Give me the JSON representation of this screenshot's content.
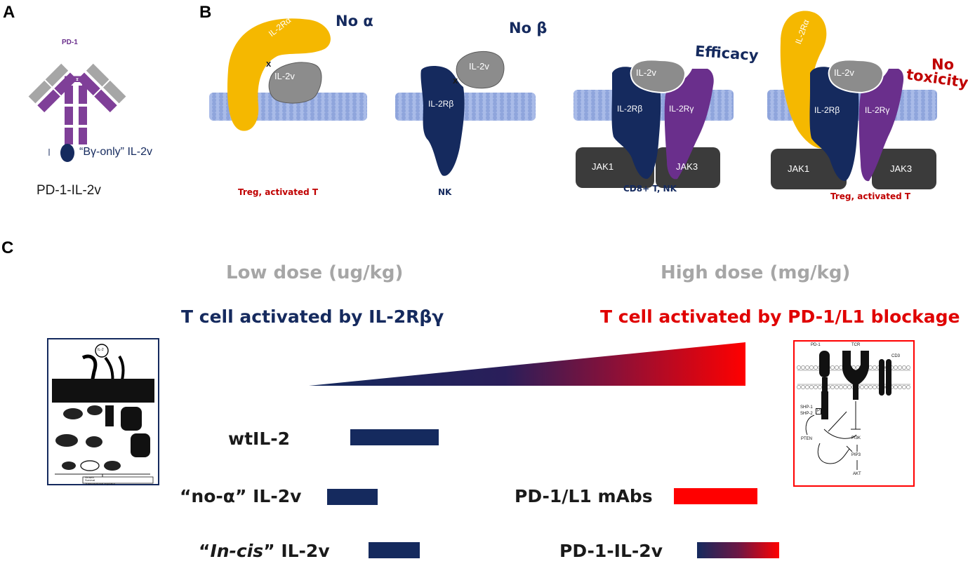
{
  "panels": {
    "a_letter": "A",
    "b_letter": "B",
    "c_letter": "C"
  },
  "panel_a": {
    "pd1_label": "PD-1",
    "il2v_label": "“Bγ-only” IL-2v",
    "construct_name": "PD-1-IL-2v"
  },
  "panel_b": {
    "cell1": {
      "title": "No α",
      "receptor": "IL-2Rα",
      "ligand": "IL-2v",
      "cross": "x",
      "caption": "Treg, activated T"
    },
    "cell2": {
      "title": "No β",
      "receptor": "IL-2Rβ",
      "ligand": "IL-2v",
      "cross": "x",
      "caption": "NK"
    },
    "cell3": {
      "title": "Efficacy",
      "beta": "IL-2Rβ",
      "gamma": "IL-2Rγ",
      "ligand": "IL-2v",
      "jak1": "JAK1",
      "jak3": "JAK3",
      "caption": "CD8+ T, NK"
    },
    "cell4": {
      "title_line1": "No",
      "title_line2": "toxicity",
      "alpha": "IL-2Rα",
      "beta": "IL-2Rβ",
      "gamma": "IL-2Rγ",
      "ligand": "IL-2v",
      "jak1": "JAK1",
      "jak3": "JAK3",
      "caption": "Treg, activated T"
    }
  },
  "panel_c": {
    "low_dose": "Low dose (ug/kg)",
    "high_dose": "High dose (mg/kg)",
    "low_activation": "T cell activated by IL-2Rβγ",
    "high_activation": "T cell activated by PD-1/L1 blockage",
    "drugs": {
      "wtil2": "wtIL-2",
      "no_alpha_prefix": "“no-α” IL-2v",
      "incis_open": "“",
      "incis_word": "In-cis",
      "incis_close": "” IL-2v",
      "pd1_mabs": "PD-1/L1 mAbs",
      "pd1_il2v": "PD-1-IL-2v"
    },
    "right_inset": {
      "pd1": "PD-1",
      "tcr": "TCR",
      "cd3": "CD3",
      "shp1": "SHP-1",
      "shp2": "SHP-2",
      "p": "P",
      "pten": "PTEN",
      "pi3k": "PI3K",
      "pip3": "PIP3",
      "akt": "AKT"
    },
    "left_inset": {
      "il2": "IL-2",
      "growth": "Growth",
      "survival": "Survival",
      "transcription": "Transcriptional regulator"
    }
  },
  "colors": {
    "navy": "#152a5e",
    "purple": "#6a2f8c",
    "yellow": "#f5b800",
    "gray_ligand": "#8c8c8c",
    "membrane": "#8fa5dc",
    "red": "#ff0000",
    "dark_red": "#c00000",
    "jak": "#3b3b3b"
  }
}
